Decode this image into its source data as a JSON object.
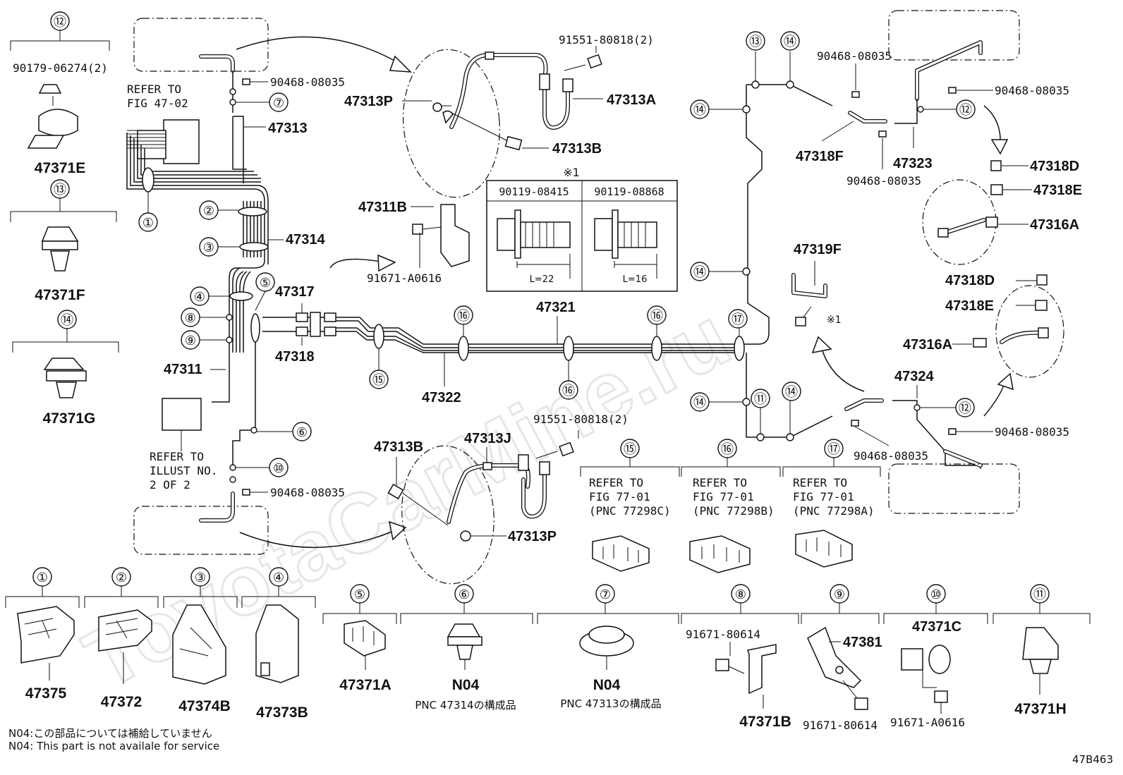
{
  "watermark": "ToyotaCarMine.ru",
  "diagram_id": "47B463",
  "footnotes": [
    "N04:この部品については補給していません",
    "N04: This part is not availale for service"
  ],
  "left_column": [
    {
      "num": "⑫",
      "part": "90179-06274(2)",
      "label": "47371E"
    },
    {
      "num": "⑬",
      "label": "47371F"
    },
    {
      "num": "⑭",
      "label": "47371G"
    }
  ],
  "main_labels": {
    "refer_47_02": [
      "REFER TO",
      "FIG 47-02"
    ],
    "refer_illust": [
      "REFER TO",
      "ILLUST NO.",
      "2 OF 2"
    ],
    "p47313": "47313",
    "p47314": "47314",
    "p47317": "47317",
    "p47318": "47318",
    "p47311": "47311",
    "p47321": "47321",
    "p47322": "47322",
    "bolt_top": "90468-08035",
    "bolt_bottom": "90468-08035",
    "circle_nums": [
      "①",
      "②",
      "③",
      "④",
      "⑤",
      "⑥",
      "⑦",
      "⑧",
      "⑨",
      "⑩",
      "⑪",
      "⑫",
      "⑬",
      "⑭",
      "⑮",
      "⑯",
      "⑰"
    ]
  },
  "top_detail": {
    "p91551": "91551-80818(2)",
    "p47313P": "47313P",
    "p47313A": "47313A",
    "p47313B": "47313B"
  },
  "bottom_detail": {
    "p91551": "91551-80818(2)",
    "p47313J": "47313J",
    "p47313B": "47313B",
    "p47313P": "47313P"
  },
  "bracket_detail": {
    "p47311B": "47311B",
    "p91671": "91671-A0616"
  },
  "bolt_table": {
    "note": "※1",
    "cols": [
      {
        "part": "90119-08415",
        "len": "L=22"
      },
      {
        "part": "90119-08868",
        "len": "L=16"
      }
    ]
  },
  "right_labels": {
    "p47318F": "47318F",
    "p47323": "47323",
    "p47319F": "47319F",
    "p47324": "47324",
    "p47318D_a": "47318D",
    "p47318E_a": "47318E",
    "p47316A_a": "47316A",
    "p47318D_b": "47318D",
    "p47318E_b": "47318E",
    "p47316A_b": "47316A",
    "bolt_a": "90468-08035",
    "bolt_b": "90468-08035",
    "bolt_c": "90468-08035",
    "bolt_d": "90468-08035",
    "bolt_e": "90468-08035",
    "note1": "※1"
  },
  "clamp_refs": [
    {
      "num": "⑮",
      "lines": [
        "REFER TO",
        "FIG 77-01",
        "(PNC 77298C)"
      ]
    },
    {
      "num": "⑯",
      "lines": [
        "REFER TO",
        "FIG 77-01",
        "(PNC 77298B)"
      ]
    },
    {
      "num": "⑰",
      "lines": [
        "REFER TO",
        "FIG 77-01",
        "(PNC 77298A)"
      ]
    }
  ],
  "bottom_row": [
    {
      "num": "①",
      "label": "47375"
    },
    {
      "num": "②",
      "label": "47372"
    },
    {
      "num": "③",
      "label": "47374B"
    },
    {
      "num": "④",
      "label": "47373B"
    },
    {
      "num": "⑤",
      "label": "47371A"
    },
    {
      "num": "⑥",
      "label": "N04",
      "sub": "PNC 47314の構成品"
    },
    {
      "num": "⑦",
      "label": "N04",
      "sub": "PNC 47313の構成品"
    },
    {
      "num": "⑧",
      "label": "47371B",
      "part": "91671-80614"
    },
    {
      "num": "⑨",
      "label": "47381",
      "part": "91671-80614"
    },
    {
      "num": "⑩",
      "label": "47371C",
      "part": "91671-A0616"
    },
    {
      "num": "⑪",
      "label": "47371H"
    }
  ]
}
